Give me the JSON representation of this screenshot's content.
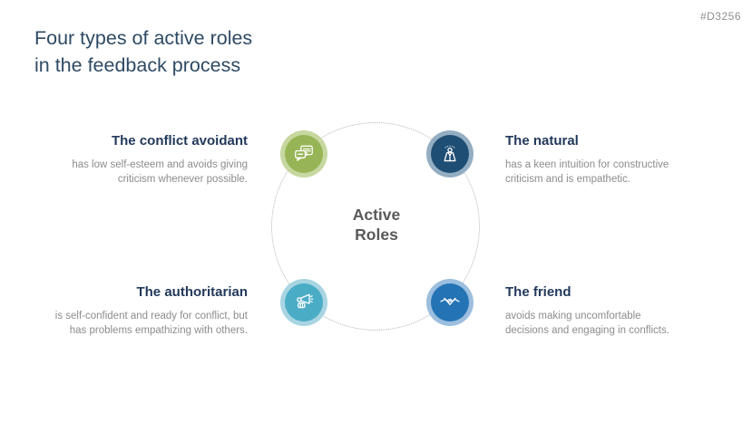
{
  "slide": {
    "code": "#D3256",
    "title_line1": "Four types of active roles",
    "title_line2": "in the feedback process",
    "center_label_line1": "Active",
    "center_label_line2": "Roles"
  },
  "roles": [
    {
      "title": "The conflict avoidant",
      "desc": [
        "has low self-esteem and avoids giving",
        "criticism whenever possible."
      ],
      "icon": "chat-bubbles-icon",
      "circle_color": "#97B556",
      "ring_color": "#C6D8A0",
      "position": "top-left"
    },
    {
      "title": "The natural",
      "desc": [
        "has a keen intuition for constructive",
        "criticism and is empathetic."
      ],
      "icon": "person-aura-icon",
      "circle_color": "#1F4E74",
      "ring_color": "#93AEC2",
      "position": "top-right"
    },
    {
      "title": "The authoritarian",
      "desc": [
        "is self-confident and ready for conflict, but",
        "has problems empathizing with others."
      ],
      "icon": "megaphone-hand-icon",
      "circle_color": "#4BACC6",
      "ring_color": "#A9D5E3",
      "position": "bottom-left"
    },
    {
      "title": "The friend",
      "desc": [
        "avoids making uncomfortable",
        "decisions and engaging in conflicts."
      ],
      "icon": "handshake-icon",
      "circle_color": "#2473B5",
      "ring_color": "#9CBEDF",
      "position": "bottom-right"
    }
  ]
}
